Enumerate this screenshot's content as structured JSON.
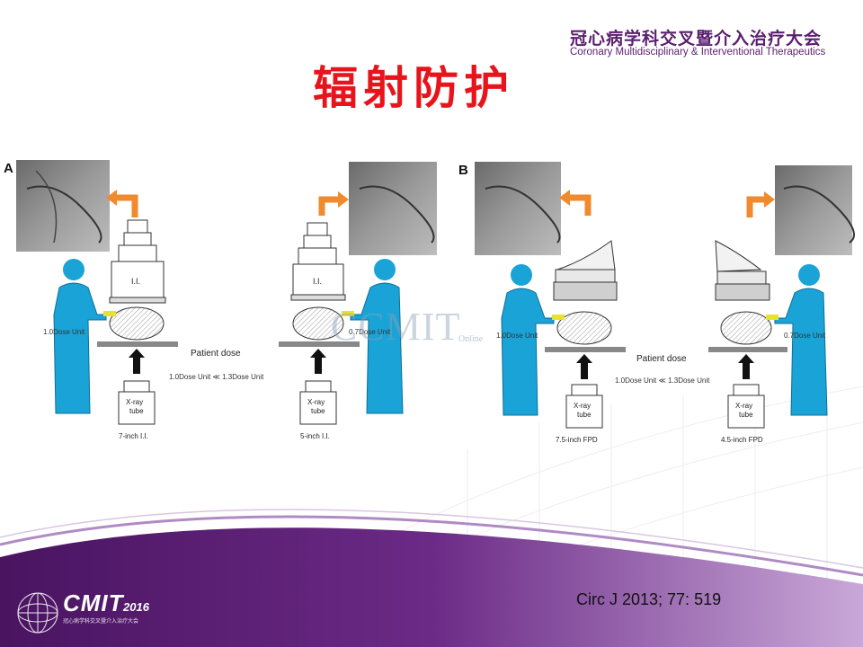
{
  "header": {
    "cn": "冠心病学科交叉暨介入治疗大会",
    "en": "Coronary Multidisciplinary & Interventional Therapeutics"
  },
  "title": "辐射防护",
  "figure": {
    "panel_a": {
      "letter": "A",
      "label_left": "7-inch I.I.",
      "label_right": "5-inch I.I.",
      "ii_label": "I.I.",
      "dose_left": "1.0Dose Unit",
      "dose_right": "0.7Dose Unit",
      "patient_dose_title": "Patient dose",
      "patient_dose_text": "1.0Dose Unit ≪ 1.3Dose Unit",
      "tube_label_1": "X-ray",
      "tube_label_2": "tube"
    },
    "panel_b": {
      "letter": "B",
      "label_left": "7.5-inch FPD",
      "label_right": "4.5-inch FPD",
      "dose_left": "1.0Dose Unit",
      "dose_right": "0.7Dose Unit",
      "patient_dose_title": "Patient dose",
      "patient_dose_text": "1.0Dose Unit ≪ 1.3Dose Unit",
      "tube_label_1": "X-ray",
      "tube_label_2": "tube"
    }
  },
  "watermark": {
    "text": "CCMIT",
    "sub": "Online"
  },
  "citation": "Circ J 2013; 77: 519",
  "logo": {
    "text": "CMIT",
    "year": "2016",
    "sub": "冠心病学科交叉暨介入治疗大会"
  },
  "colors": {
    "title": "#e8141c",
    "brand_purple": "#5a1f6e",
    "gown": "#1aa3d6",
    "arrow_orange": "#f08a2c"
  }
}
